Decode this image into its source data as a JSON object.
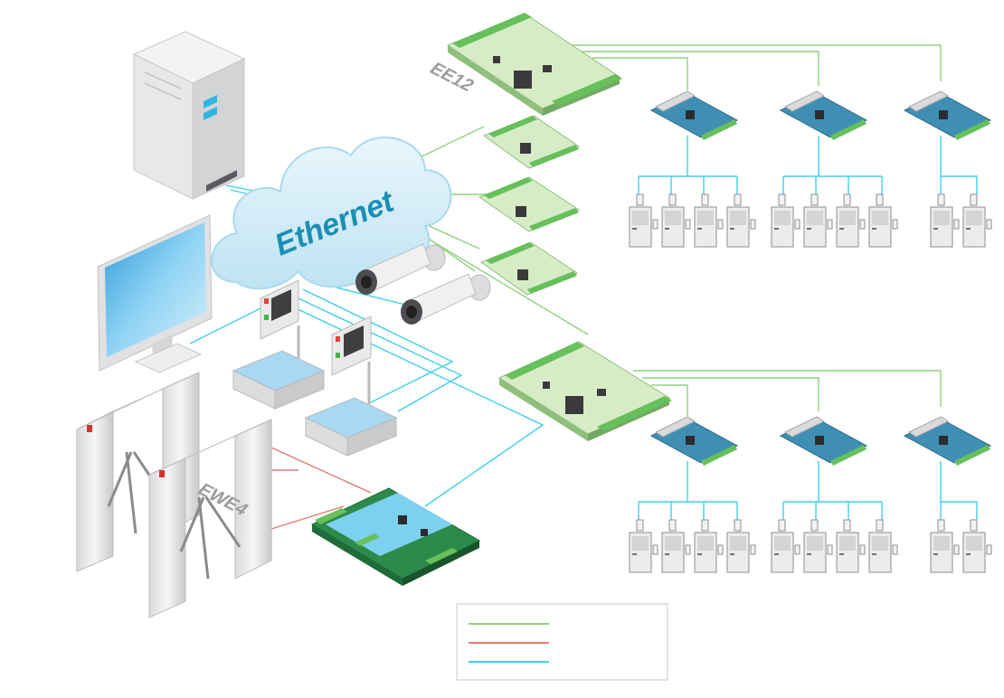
{
  "labels": {
    "network": "Ethernet",
    "main_controller": "EE12",
    "turnstile_controller": "EWE4"
  },
  "legend": {
    "entries": [
      {
        "color": "#8fd27c",
        "text": ""
      },
      {
        "color": "#e07b72",
        "text": ""
      },
      {
        "color": "#3fcfe8",
        "text": ""
      }
    ]
  },
  "colors": {
    "green_line": "#8fd27c",
    "red_line": "#e07b72",
    "cyan_line": "#3fcfe8",
    "board_green": "#7ec86a",
    "board_blue": "#3f8fb5",
    "cloud": "#cdeaf6"
  }
}
